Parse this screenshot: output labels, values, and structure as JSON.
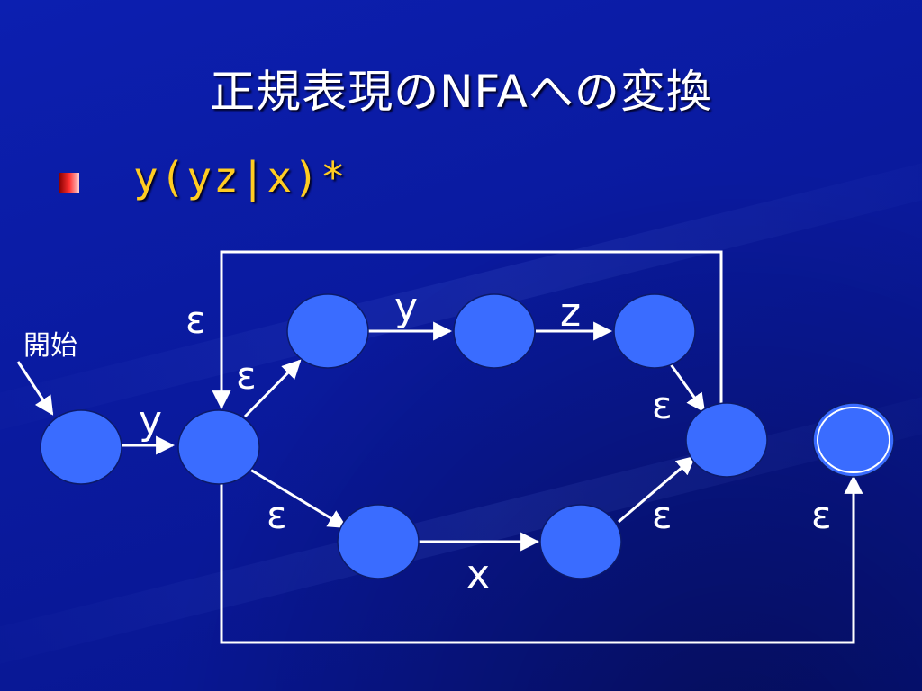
{
  "slide": {
    "title": "正規表現のNFAへの変換",
    "bullet": "y(yz|x)*"
  },
  "diagram": {
    "start_label": "開始",
    "edge_labels": {
      "y_initial": "y",
      "eps_top_loop": "ε",
      "eps_to_upper": "ε",
      "y_upper": "y",
      "z_upper": "z",
      "eps_upper_join": "ε",
      "eps_to_lower": "ε",
      "x_lower": "x",
      "eps_lower_join": "ε",
      "eps_final": "ε"
    }
  },
  "colors": {
    "background": "#0a1a9e",
    "node_fill": "#3a6cff",
    "title_text": "#ffffff",
    "bullet_text": "#ffcc22",
    "bullet_marker": "#ff3030"
  }
}
